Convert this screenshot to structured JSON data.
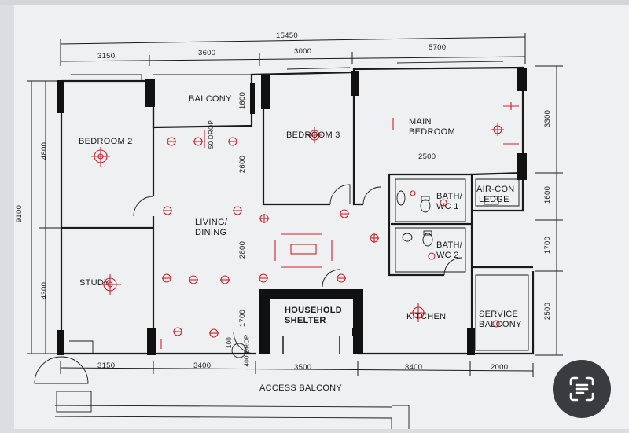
{
  "plan": {
    "overall_width": "15450",
    "overall_height": "9100",
    "top_dims": [
      "3150",
      "3600",
      "3000",
      "5700"
    ],
    "bottom_dims": [
      "3150",
      "3400",
      "3500",
      "3400",
      "2000"
    ],
    "left_dims": [
      "4800",
      "4300"
    ],
    "right_dims": [
      "3300",
      "1600",
      "1700",
      "2500"
    ],
    "inner_dims": {
      "balcony_depth": "1600",
      "living_upper": "2600",
      "living_lower": "2800",
      "shelter_depth": "1700",
      "bath_width": "2500",
      "drop_note": "400 DROP",
      "drop_marker": "50 DROP",
      "small_dim": "100"
    },
    "rooms": {
      "bedroom2": "BEDROOM 2",
      "balcony": "BALCONY",
      "bedroom3": "BEDROOM 3",
      "main_bedroom_1": "MAIN",
      "main_bedroom_2": "BEDROOM",
      "living_1": "LIVING/",
      "living_2": "DINING",
      "bath1_1": "BATH/",
      "bath1_2": "WC 1",
      "aircon_1": "AIR-CON",
      "aircon_2": "LEDGE",
      "bath2_1": "BATH/",
      "bath2_2": "WC 2",
      "study": "STUDY",
      "shelter_1": "HOUSEHOLD",
      "shelter_2": "SHELTER",
      "kitchen": "KITCHEN",
      "service_1": "SERVICE",
      "service_2": "BALCONY",
      "access": "ACCESS BALCONY"
    }
  },
  "colors": {
    "paper": "#eef0f2",
    "ink": "#1a1a1a",
    "markup": "#d61f2a",
    "button": "#3a3b3f"
  },
  "icons": {
    "lens": "scan-text-icon"
  }
}
